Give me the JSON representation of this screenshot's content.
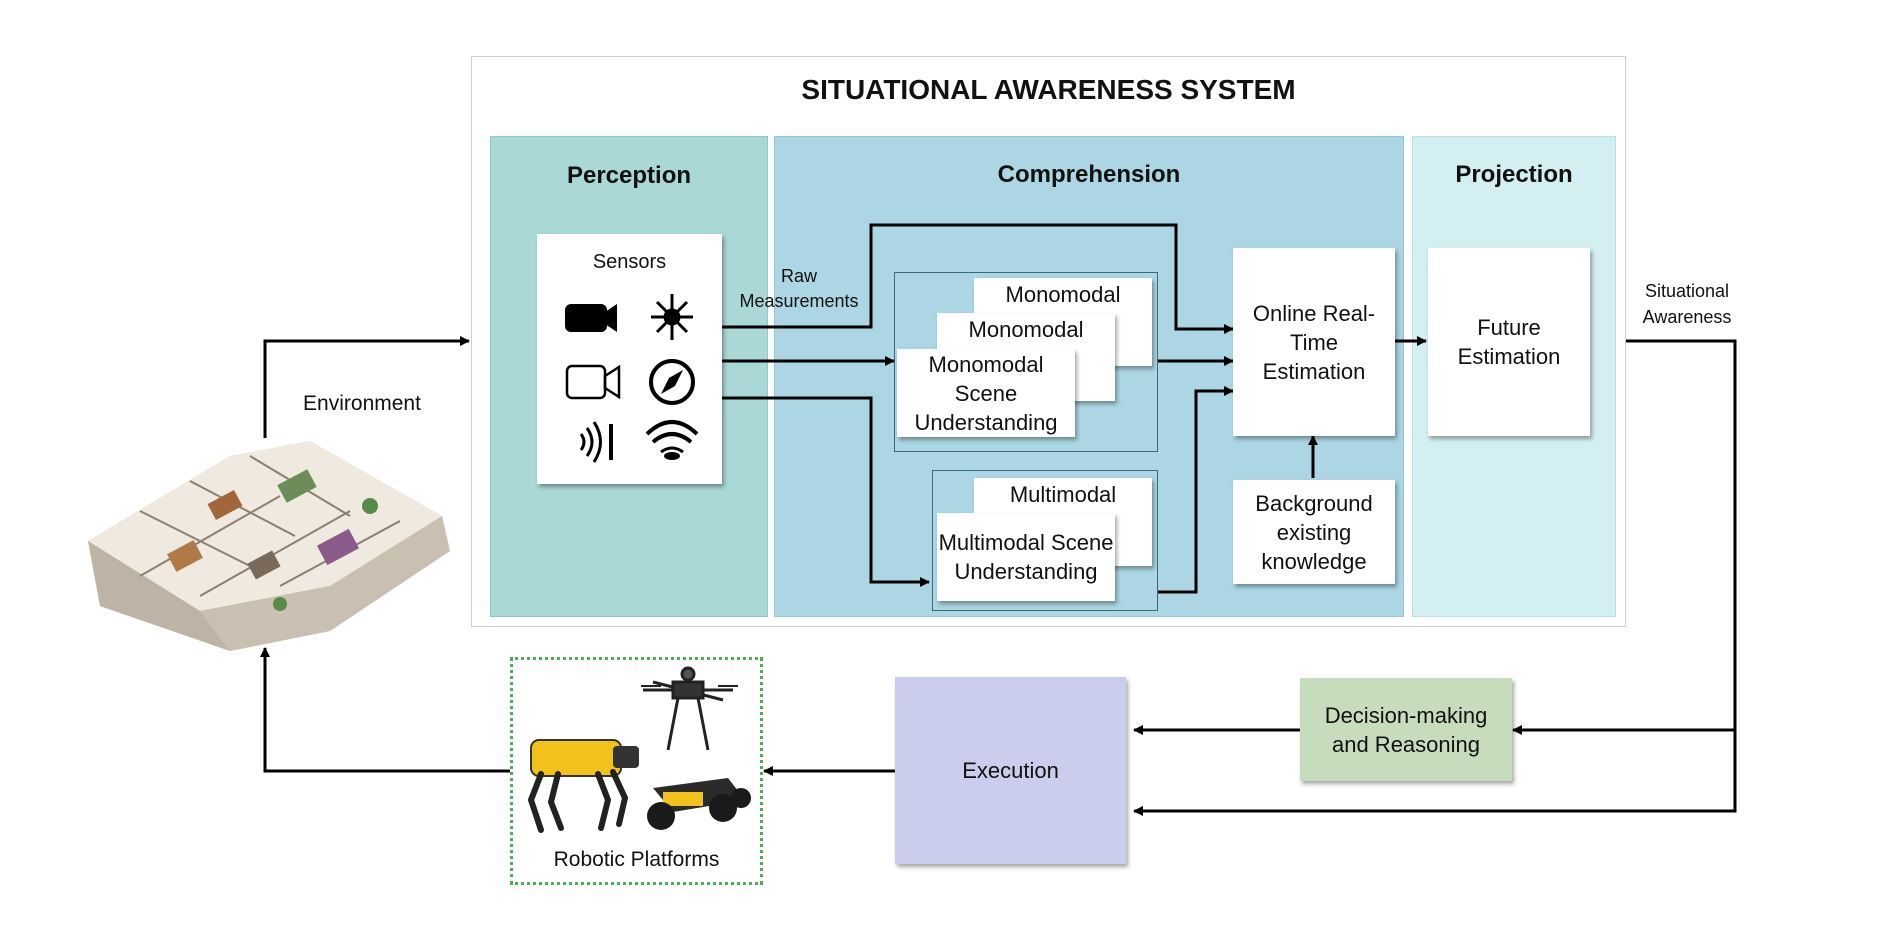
{
  "diagram": {
    "title": "SITUATIONAL AWARENESS SYSTEM",
    "columns": {
      "perception": "Perception",
      "comprehension": "Comprehension",
      "projection": "Projection"
    },
    "sensors": {
      "label": "Sensors",
      "icons": [
        "camera-icon",
        "lidar-icon",
        "video-camera-icon",
        "compass-icon",
        "rfid-icon",
        "wifi-eye-icon"
      ]
    },
    "raw_measurements": "Raw Measurements",
    "monomodal": {
      "back1": "Monomodal",
      "back2": "Monomodal",
      "front": "Monomodal Scene Understanding"
    },
    "multimodal": {
      "back": "Multimodal",
      "front": "Multimodal Scene Understanding"
    },
    "online_estimation": "Online Real-Time Estimation",
    "background_knowledge": "Background existing knowledge",
    "future_estimation": "Future Estimation",
    "situational_awareness": "Situational Awareness",
    "environment": "Environment",
    "decision_making": "Decision-making and Reasoning",
    "execution": "Execution",
    "robotic_platforms": "Robotic Platforms",
    "colors": {
      "perception": "#a9d8d6",
      "comprehension": "#acd6e3",
      "projection": "#d3eff1",
      "decision": "#c7dcbd",
      "execution": "#cacdec",
      "robotic_border": "#4caf50"
    }
  }
}
